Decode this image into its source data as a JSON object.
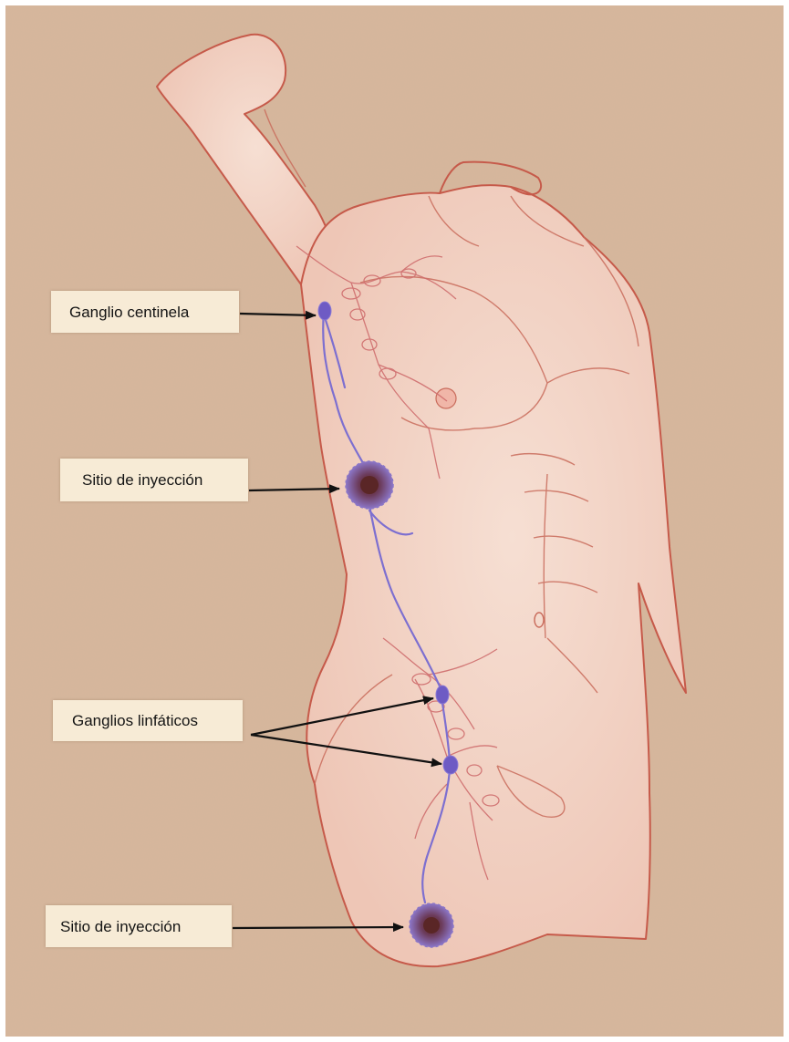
{
  "labels": {
    "sentinel_node": "Ganglio centinela",
    "injection_site_upper": "Sitio de inyección",
    "lymph_nodes": "Ganglios linfáticos",
    "injection_site_lower": "Sitio de inyección"
  },
  "colors": {
    "background": "#d7b79c",
    "skin": "#f1d2c4",
    "outline": "#c65a4a",
    "lymph_vessel": "#7d6fd0",
    "node": "#6e5bc4",
    "label_box": "#f7ebd6"
  }
}
